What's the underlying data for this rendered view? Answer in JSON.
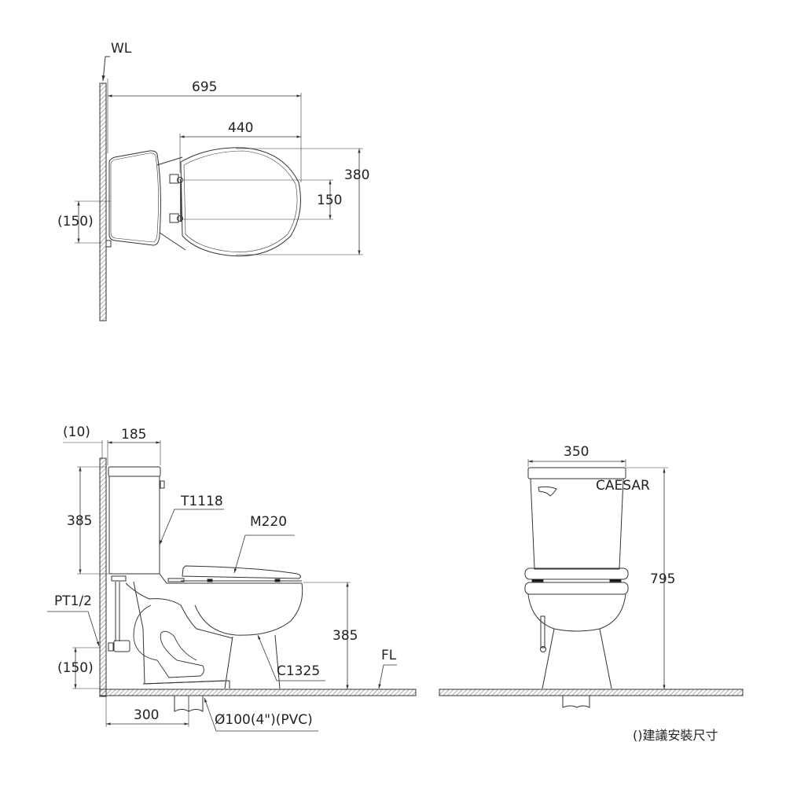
{
  "diagram": {
    "type": "technical-dimension-drawing",
    "subject": "two-piece toilet",
    "brand_label": "CAESAR",
    "note": "()建議安裝尺寸",
    "colors": {
      "line": "#333333",
      "hatch": "#777777",
      "text": "#222222",
      "background": "#ffffff"
    }
  },
  "top_view": {
    "wall_label": "WL",
    "dimensions": {
      "overall_depth": "695",
      "seat_length": "440",
      "bowl_width": "380",
      "hinge_spacing": "150",
      "supply_height": "(150)"
    }
  },
  "side_view": {
    "dimensions": {
      "wall_gap": "(10)",
      "tank_depth": "185",
      "tank_height": "385",
      "seat_height": "385",
      "supply_height": "(150)",
      "rough_in": "300"
    },
    "part_labels": {
      "tank": "T1118",
      "seat": "M220",
      "bowl": "C1325",
      "supply": "PT1/2",
      "floor": "FL",
      "drain": "Ø100(4\")(PVC)"
    }
  },
  "front_view": {
    "dimensions": {
      "tank_width": "350",
      "overall_height": "795"
    }
  }
}
